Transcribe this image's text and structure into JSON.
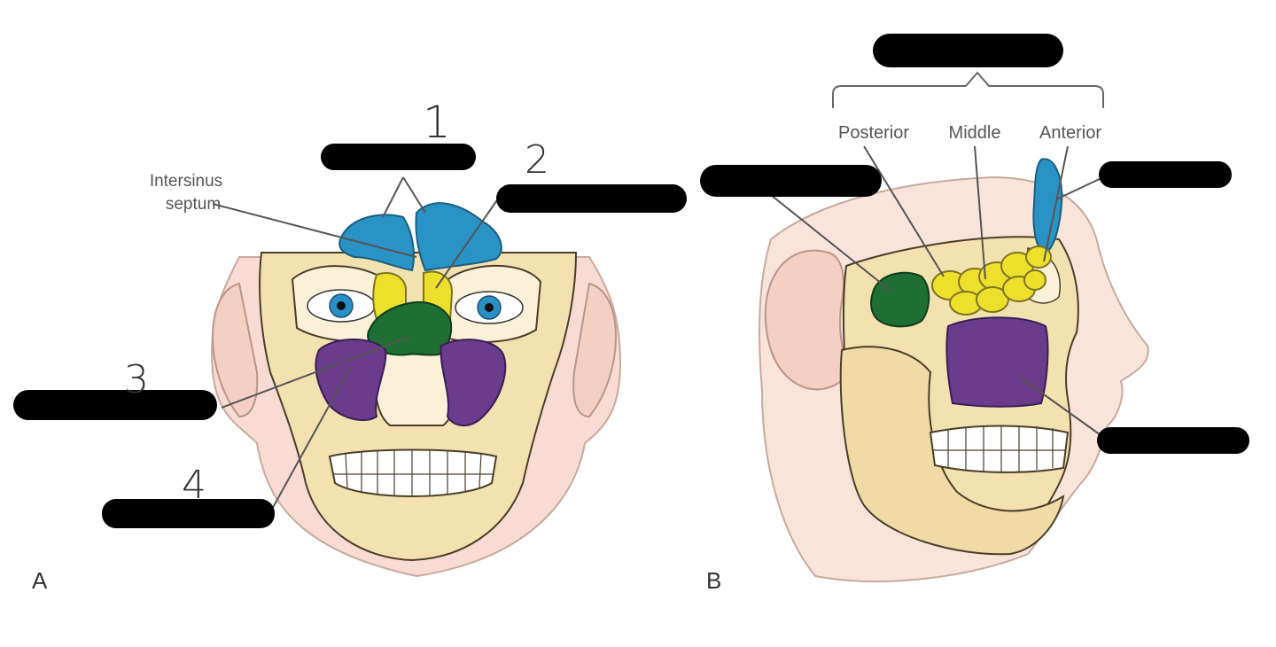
{
  "panel_a": {
    "panel_letter": "A",
    "label_intersinus_line1": "Intersinus",
    "label_intersinus_line2": "septum",
    "number_1": "1",
    "number_2": "2",
    "number_3": "3",
    "number_4": "4"
  },
  "panel_b": {
    "panel_letter": "B",
    "label_posterior": "Posterior",
    "label_middle": "Middle",
    "label_anterior": "Anterior"
  },
  "colors": {
    "frontal": "#2a93c6",
    "ethmoid": "#ede02c",
    "sphenoid": "#1f6e34",
    "maxillary": "#6b3b8c",
    "bone": "#f3e2b0",
    "skin": "#f7d8cf",
    "redaction": "#000000"
  }
}
